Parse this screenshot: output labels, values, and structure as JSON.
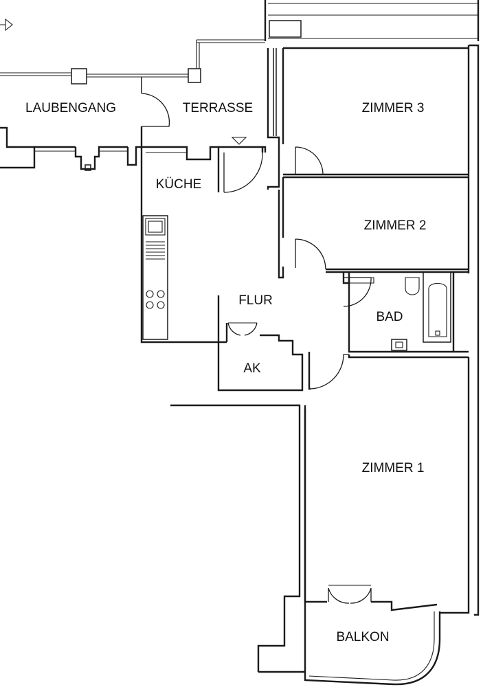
{
  "rooms": {
    "laubengang": "LAUBENGANG",
    "terrasse": "TERRASSE",
    "zimmer3": "ZIMMER 3",
    "kueche": "KÜCHE",
    "zimmer2": "ZIMMER 2",
    "flur": "FLUR",
    "bad": "BAD",
    "ak": "AK",
    "zimmer1": "ZIMMER 1",
    "balkon": "BALKON"
  }
}
